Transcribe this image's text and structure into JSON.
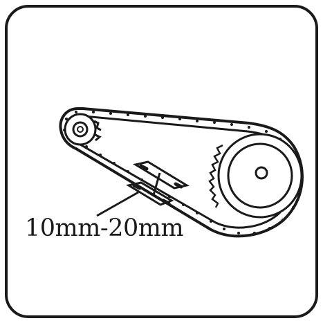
{
  "measurement": {
    "label": "10mm-20mm"
  },
  "colors": {
    "ink": "#1a1a1a",
    "background": "#ffffff"
  },
  "icons": {
    "frame": "rounded-square-frame",
    "small_sprocket": "small-sprocket-icon",
    "large_sprocket": "large-sprocket-icon",
    "chain": "chain-icon",
    "deflection_marker": "chain-slack-marker"
  }
}
